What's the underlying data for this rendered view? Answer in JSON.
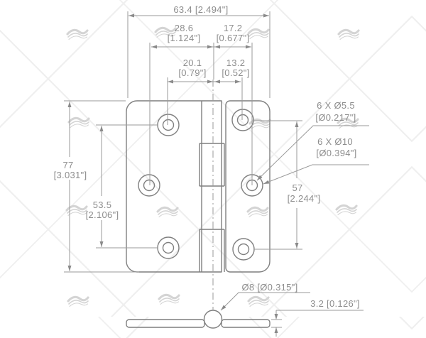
{
  "drawing": {
    "kind": "hinge-dimension-diagram",
    "colors": {
      "background": "#ffffff",
      "lattice_watermark": "#efefef",
      "wave_watermark": "#d4d4d4",
      "part_outline": "#7f7f7f",
      "dimension_lines": "#9a9a9a",
      "dimension_text": "#8d8d8d"
    }
  },
  "labels": {
    "total_width": "63.4 [2.494\"]",
    "left_span_mm": "28.6",
    "left_span_in": "[1.124\"]",
    "right_span_mm": "17.2",
    "right_span_in": "[0.677\"]",
    "left_hole_mm": "20.1",
    "left_hole_in": "[0.79\"]",
    "right_hole_mm": "13.2",
    "right_hole_in": "[0.52\"]",
    "height_mm": "77",
    "height_in": "[3.031\"]",
    "left_vspacing_mm": "53.5",
    "left_vspacing_in": "[2.106\"]",
    "right_vspacing_mm": "57",
    "right_vspacing_in": "[2.244\"]",
    "small_holes_line1": "6 X Ø5.5",
    "small_holes_line2": "[Ø0.217\"]",
    "large_holes_line1": "6 X Ø10",
    "large_holes_line2": "[Ø0.394\"]",
    "pin_diameter": "Ø8 [Ø0.315\"]",
    "thickness": "3.2 [0.126\"]"
  }
}
